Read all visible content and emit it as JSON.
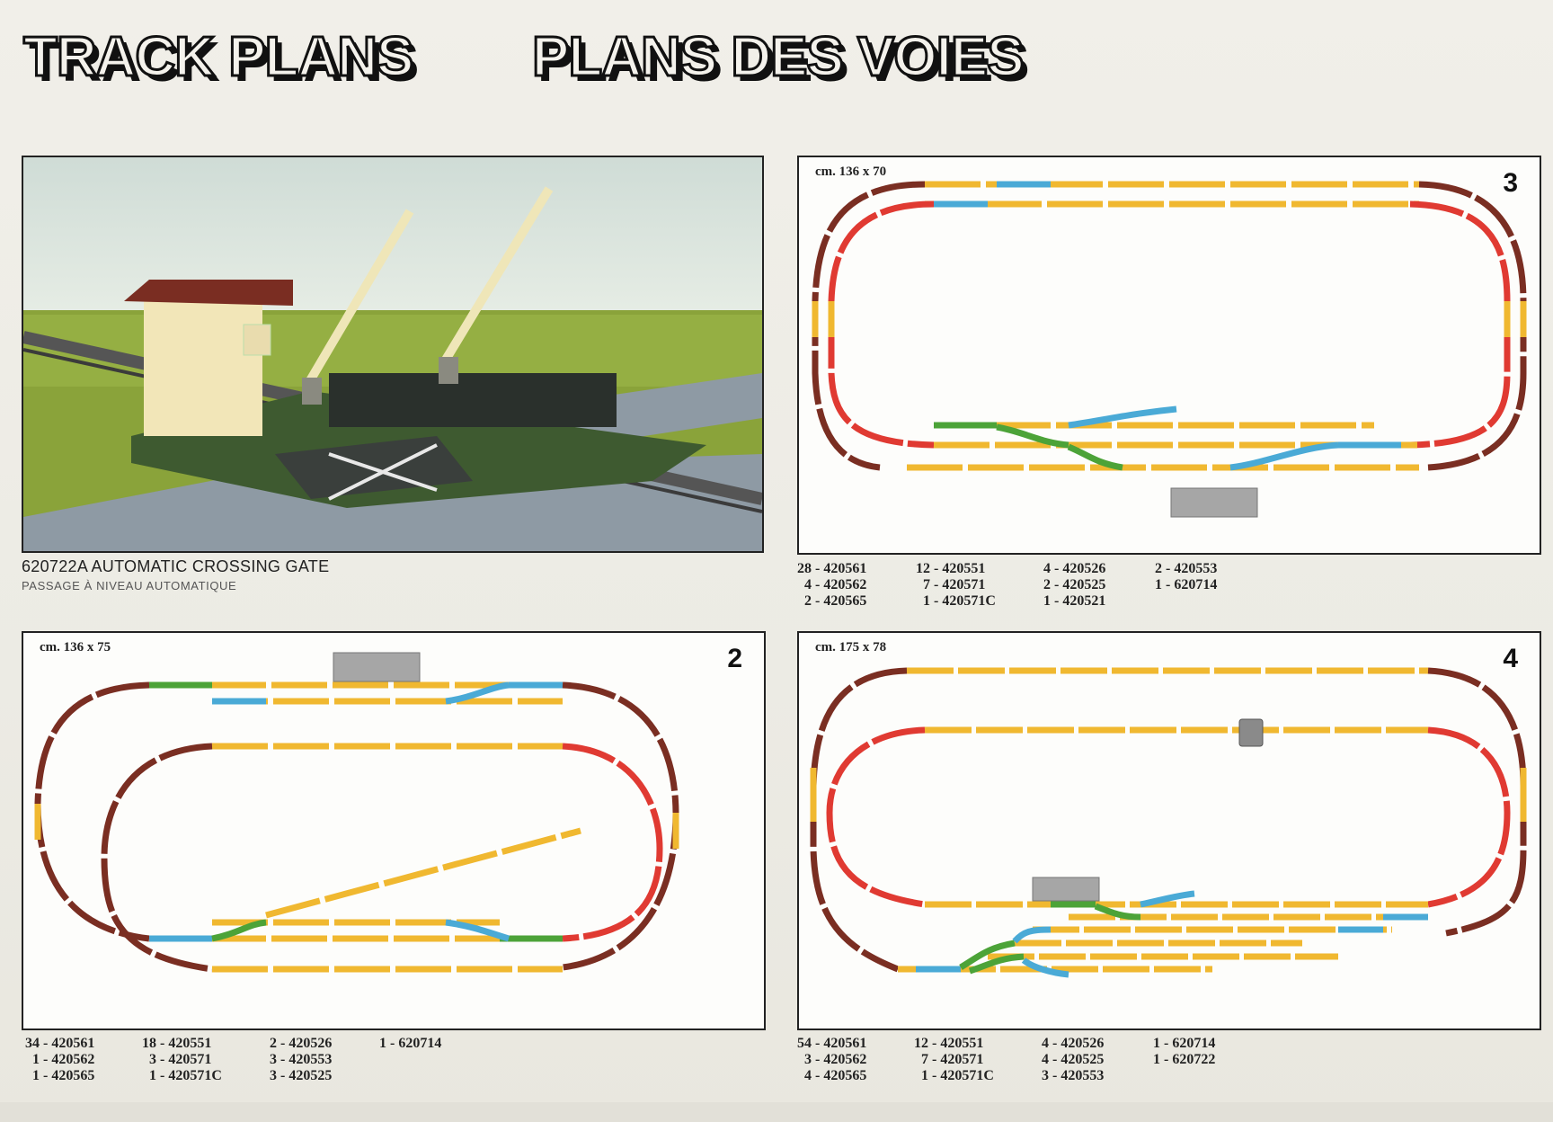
{
  "page_title": {
    "part1": "TRACK PLANS",
    "part2": "PLANS DES VOIES"
  },
  "photo": {
    "caption": "620722A AUTOMATIC CROSSING  GATE",
    "caption_fr": "PASSAGE À NIVEAU AUTOMATIQUE"
  },
  "colors": {
    "straight": "#f0b830",
    "curve_outer": "#7a2e22",
    "curve_inner": "#e03a32",
    "switch_blue": "#4aaad6",
    "switch_green": "#4ca338",
    "accessory_gray": "#a6a6a6"
  },
  "plans": [
    {
      "number": "3",
      "dimensions": "cm. 136 x 70",
      "parts": [
        "28 - 420561",
        "  4 - 420562",
        "  2 - 420565",
        "12 - 420551",
        "  7 - 420571",
        "  1 - 420571C",
        "4 - 420526",
        "2 - 420525",
        "1 - 420521",
        "2 - 420553",
        "1 - 620714",
        ""
      ]
    },
    {
      "number": "2",
      "dimensions": "cm. 136 x 75",
      "parts": [
        "34 - 420561",
        "  1 - 420562",
        "  1 - 420565",
        "18 - 420551",
        "  3 - 420571",
        "  1 - 420571C",
        "2 - 420526",
        "3 - 420553",
        "3 - 420525",
        "1 - 620714",
        "",
        ""
      ]
    },
    {
      "number": "4",
      "dimensions": "cm. 175 x 78",
      "parts": [
        "54 - 420561",
        "  3 - 420562",
        "  4 - 420565",
        "12 - 420551",
        "  7 - 420571",
        "  1 - 420571C",
        "4 - 420526",
        "4 - 420525",
        "3 - 420553",
        "1 - 620714",
        "1 - 620722",
        ""
      ]
    }
  ]
}
